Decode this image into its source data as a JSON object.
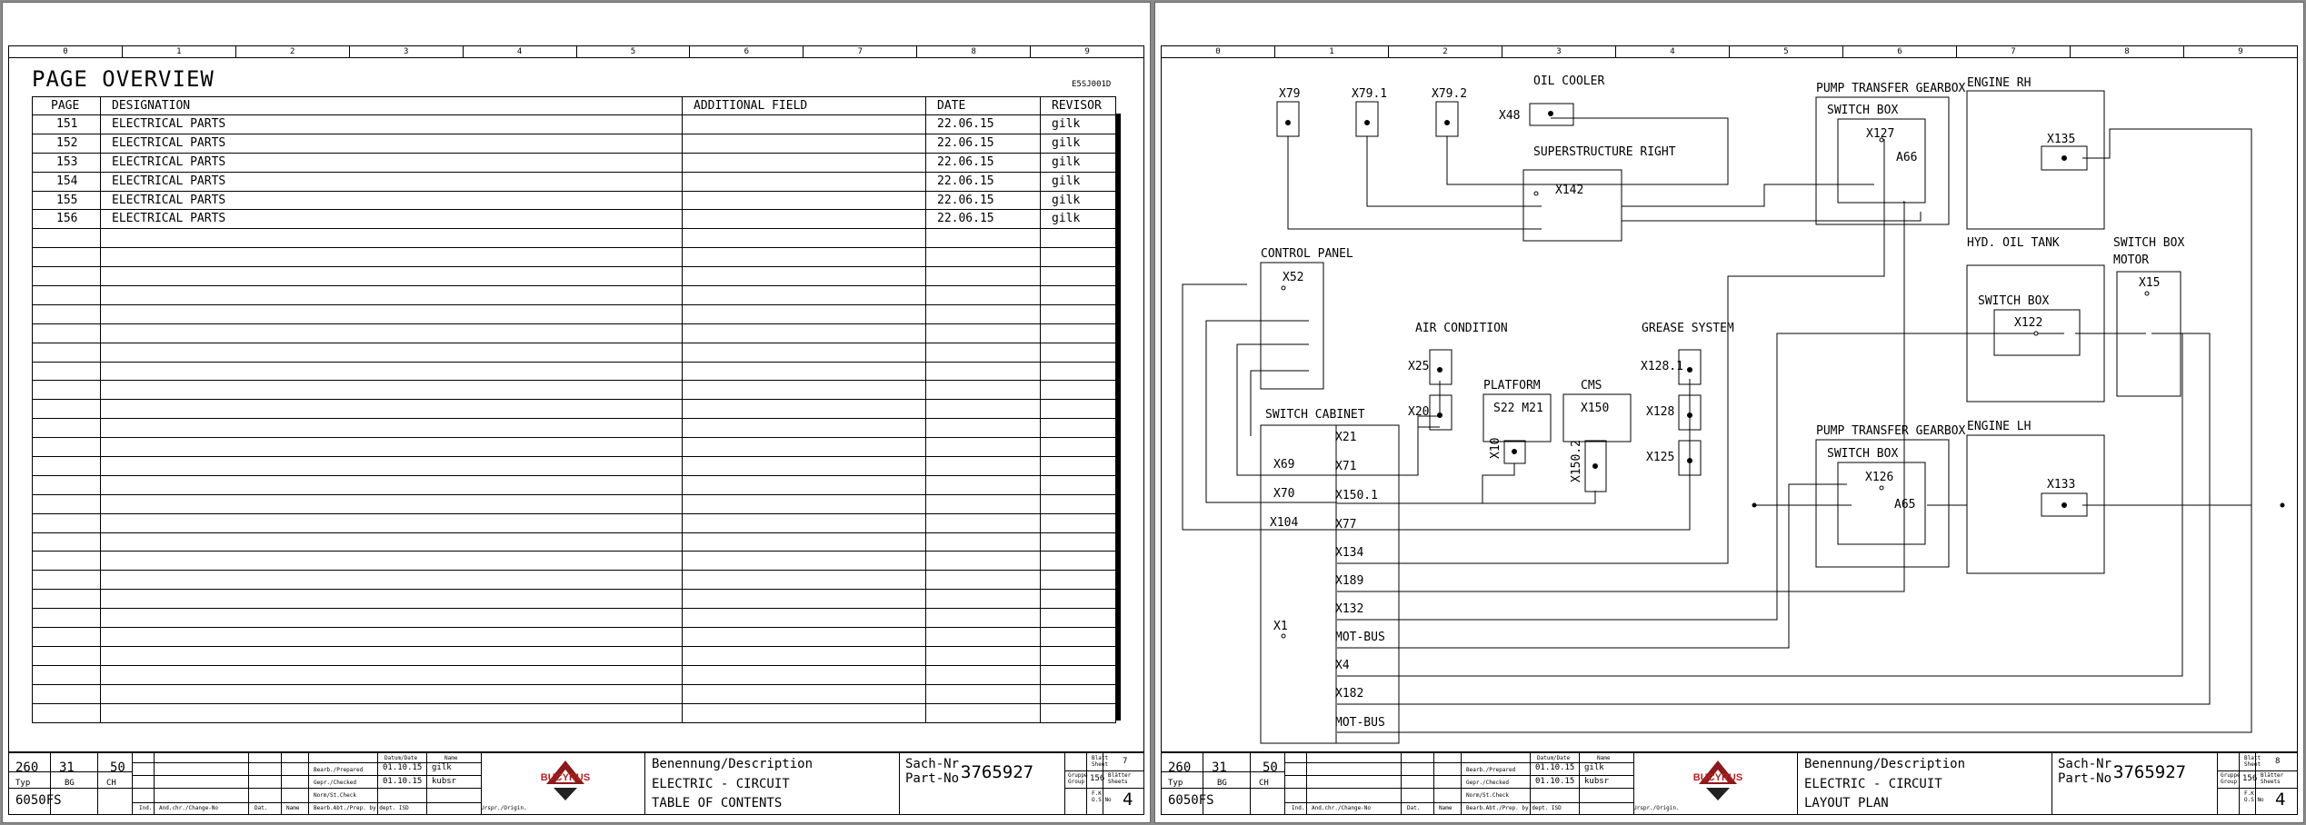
{
  "ruler_numbers": [
    "0",
    "1",
    "2",
    "3",
    "4",
    "5",
    "6",
    "7",
    "8",
    "9"
  ],
  "overview": {
    "title": "PAGE OVERVIEW",
    "code": "E5SJ001D",
    "headers": [
      "PAGE",
      "DESIGNATION",
      "ADDITIONAL FIELD",
      "DATE",
      "REVISOR"
    ],
    "rows": [
      [
        "151",
        "ELECTRICAL PARTS",
        "",
        "22.06.15",
        "gilk"
      ],
      [
        "152",
        "ELECTRICAL PARTS",
        "",
        "22.06.15",
        "gilk"
      ],
      [
        "153",
        "ELECTRICAL PARTS",
        "",
        "22.06.15",
        "gilk"
      ],
      [
        "154",
        "ELECTRICAL PARTS",
        "",
        "22.06.15",
        "gilk"
      ],
      [
        "155",
        "ELECTRICAL PARTS",
        "",
        "22.06.15",
        "gilk"
      ],
      [
        "156",
        "ELECTRICAL PARTS",
        "",
        "22.06.15",
        "gilk"
      ]
    ],
    "blank_rows": 26
  },
  "titleblock": {
    "n260": "260",
    "n31": "31",
    "n50": "50",
    "typ": "Typ",
    "bg": "BG",
    "ch": "CH",
    "model": "6050FS",
    "datum": "Datum/Date",
    "name": "Name",
    "prepared": "Bearb./Prepared",
    "checked": "Gepr./Checked",
    "norm": "Norm/St.Check",
    "prep_date": "01.10.15",
    "prep_name": "gilk",
    "check_date": "01.10.15",
    "check_name": "kubsr",
    "ind": "Ind.",
    "change": "And.chr./Change-No",
    "dat": "Dat.",
    "nm": "Name",
    "dept": "Bearb.Abt./Prep. by dept.  ISD",
    "origin": "Urspr./Origin.",
    "brand": "BUCYRUS",
    "benennung": "Benennung/Description",
    "sach": "Sach-Nr.",
    "partno": "Part-No",
    "part_value": "3765927",
    "blatt": "Blatt",
    "sheet": "Sheet",
    "gruppe": "Gruppe",
    "group": "Group",
    "group_value": "156",
    "blaetter": "Blätter",
    "sheets": "Sheets",
    "fk": "F.K.",
    "osno": "O.S.No",
    "sheets_value": "4"
  },
  "sheet1": {
    "blatt_value": "7",
    "desc1": "ELECTRIC - CIRCUIT",
    "desc2": "TABLE OF CONTENTS"
  },
  "sheet2": {
    "blatt_value": "8",
    "desc1": "ELECTRIC - CIRCUIT",
    "desc2": "LAYOUT PLAN"
  },
  "plan": {
    "labels": {
      "x79": "X79",
      "x791": "X79.1",
      "x792": "X79.2",
      "oil_cooler": "OIL COOLER",
      "x48": "X48",
      "superstructure": "SUPERSTRUCTURE RIGHT",
      "x142": "X142",
      "pump_top": "PUMP TRANSFER GEARBOX",
      "switchbox_top": "SWITCH BOX",
      "x127": "X127",
      "a66": "A66",
      "engine_rh": "ENGINE RH",
      "x135": "X135",
      "control_panel": "CONTROL PANEL",
      "x52": "X52",
      "air_condition": "AIR CONDITION",
      "x25": "X25",
      "x20": "X20",
      "platform": "PLATFORM",
      "s22m21": "S22 M21",
      "x10": "X10",
      "cms": "CMS",
      "x150": "X150",
      "x1502": "X150.2",
      "grease": "GREASE SYSTEM",
      "x1281": "X128.1",
      "x128": "X128",
      "x125": "X125",
      "hyd_oil_tank": "HYD. OIL TANK",
      "switchbox_hyd": "SWITCH BOX",
      "x122": "X122",
      "switchbox_motor": "SWITCH BOX",
      "motor": "MOTOR",
      "x15": "X15",
      "switch_cabinet": "SWITCH CABINET",
      "x69": "X69",
      "x70": "X70",
      "x104": "X104",
      "x1": "X1",
      "x21": "X21",
      "x71": "X71",
      "x1501": "X150.1",
      "x77": "X77",
      "x134": "X134",
      "x189": "X189",
      "x132": "X132",
      "motbus1": "MOT-BUS",
      "x4": "X4",
      "x182": "X182",
      "motbus2": "MOT-BUS",
      "pump_bottom": "PUMP TRANSFER GEARBOX",
      "switchbox_bottom": "SWITCH BOX",
      "x126": "X126",
      "a65": "A65",
      "engine_lh": "ENGINE LH",
      "x133": "X133"
    }
  }
}
